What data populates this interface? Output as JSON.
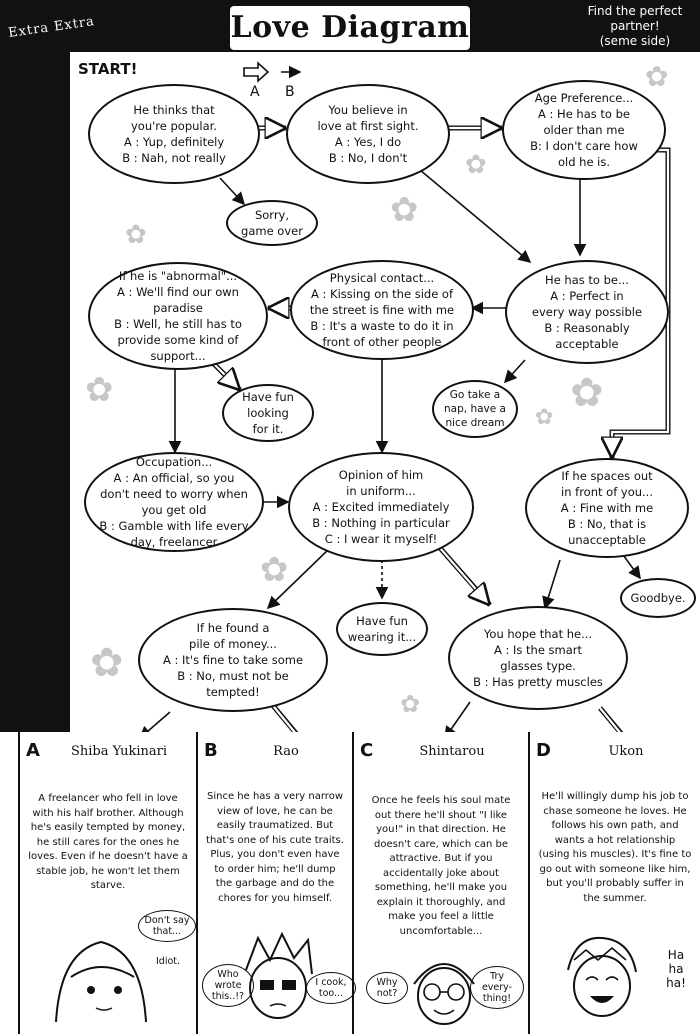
{
  "header": {
    "title": "Love Diagram",
    "subtitle_lines": [
      "Find the perfect",
      "partner!",
      "(seme side)"
    ],
    "extra": "Extra Extra"
  },
  "flow": {
    "start": "START!",
    "legend": {
      "a": "A",
      "b": "B"
    },
    "nodes": {
      "popular": [
        "He thinks that",
        "you're popular.",
        "A : Yup, definitely",
        "B : Nah, not really"
      ],
      "first_sight": [
        "You believe in",
        "love at first sight.",
        "A : Yes, I do",
        "B : No, I don't"
      ],
      "age": [
        "Age Preference...",
        "A : He has to be",
        "older than me",
        "B: I don't care how",
        "old he is."
      ],
      "sorry": [
        "Sorry,",
        "game over"
      ],
      "abnormal": [
        "If he is \"abnormal\"...",
        "A : We'll find our own",
        "paradise",
        "B : Well, he still has to",
        "provide some kind of",
        "support..."
      ],
      "physical": [
        "Physical contact...",
        "A : Kissing on the side of",
        "the street is fine with me",
        "B : It's a waste to do it in",
        "front of other people"
      ],
      "has_to_be": [
        "He has to be...",
        "A : Perfect in",
        "every way possible",
        "B : Reasonably",
        "acceptable"
      ],
      "have_fun_looking": [
        "Have fun",
        "looking",
        "for it."
      ],
      "nap": [
        "Go take a",
        "nap, have a",
        "nice dream"
      ],
      "occupation": [
        "Occupation...",
        "A : An official, so you",
        "don't need to worry when",
        "you get old",
        "B : Gamble with life every",
        "day, freelancer"
      ],
      "uniform": [
        "Opinion of him",
        "in uniform...",
        "A : Excited immediately",
        "B : Nothing in particular",
        "C : I wear it myself!"
      ],
      "spaces_out": [
        "If he spaces out",
        "in front of you...",
        "A : Fine with me",
        "B : No, that is",
        "unacceptable"
      ],
      "goodbye": [
        "Goodbye."
      ],
      "money": [
        "If he found a",
        "pile of money...",
        "A : It's fine to take some",
        "B : No, must not be",
        "tempted!"
      ],
      "have_fun_wearing": [
        "Have fun",
        "wearing it..."
      ],
      "hope": [
        "You hope that he...",
        "A : Is the smart",
        "glasses type.",
        "B : Has pretty muscles"
      ]
    }
  },
  "results": [
    {
      "letter": "A",
      "name": "Shiba Yukinari",
      "desc": "A freelancer who fell in love with his half brother. Although he's easily tempted by money, he still cares for the ones he loves. Even if he doesn't have a stable job, he won't let them starve.",
      "bubbles": [
        "Don't say that...",
        "Idiot."
      ]
    },
    {
      "letter": "B",
      "name": "Rao",
      "desc": "Since he has a very narrow view of love, he can be easily traumatized. But that's one of his cute traits. Plus, you don't even have to order him; he'll dump the garbage and do the chores for you himself.",
      "bubbles": [
        "Who wrote this..!?",
        "I cook, too..."
      ]
    },
    {
      "letter": "C",
      "name": "Shintarou",
      "desc": "Once he feels his soul mate out there he'll shout \"I like you!\" in that direction. He doesn't care, which can be attractive. But if you accidentally joke about something, he'll make you explain it thoroughly, and make you feel a little uncomfortable...",
      "bubbles": [
        "Why not?",
        "Try every-thing!"
      ]
    },
    {
      "letter": "D",
      "name": "Ukon",
      "desc": "He'll willingly dump his job to chase someone he loves. He follows his own path, and wants a hot relationship (using his muscles). It's fine to go out with someone like him, but you'll probably suffer in the summer.",
      "bubbles": [
        "Ha ha ha!"
      ]
    }
  ]
}
